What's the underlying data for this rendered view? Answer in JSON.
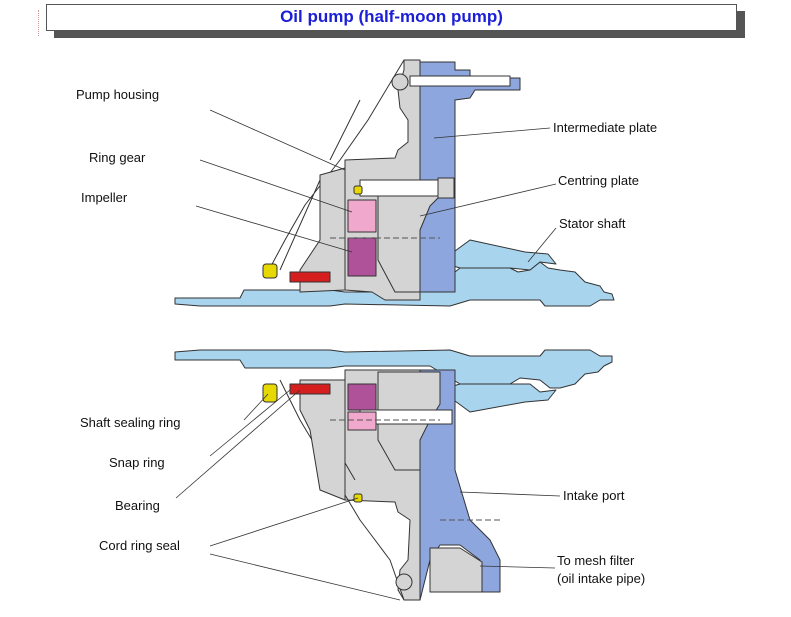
{
  "title": "Oil pump (half-moon pump)",
  "labels": {
    "pump_housing": "Pump housing",
    "ring_gear": "Ring gear",
    "impeller": "Impeller",
    "intermediate_plate": "Intermediate plate",
    "centring_plate": "Centring plate",
    "stator_shaft": "Stator shaft",
    "shaft_sealing_ring": "Shaft sealing ring",
    "snap_ring": "Snap ring",
    "bearing": "Bearing",
    "cord_ring_seal": "Cord ring seal",
    "intake_port": "Intake port",
    "to_mesh_filter": "To mesh filter",
    "oil_intake_pipe": "(oil intake pipe)"
  },
  "colors": {
    "title": "#1b1fd6",
    "housing_grey": "#d4d4d4",
    "plate_blue": "#8ea6de",
    "shaft_lightblue": "#a8d4ee",
    "ring_gear_pink": "#f0a8cc",
    "impeller_purple": "#b0529a",
    "seal_red": "#d51f1f",
    "snap_ring_yellow": "#e6d800"
  }
}
